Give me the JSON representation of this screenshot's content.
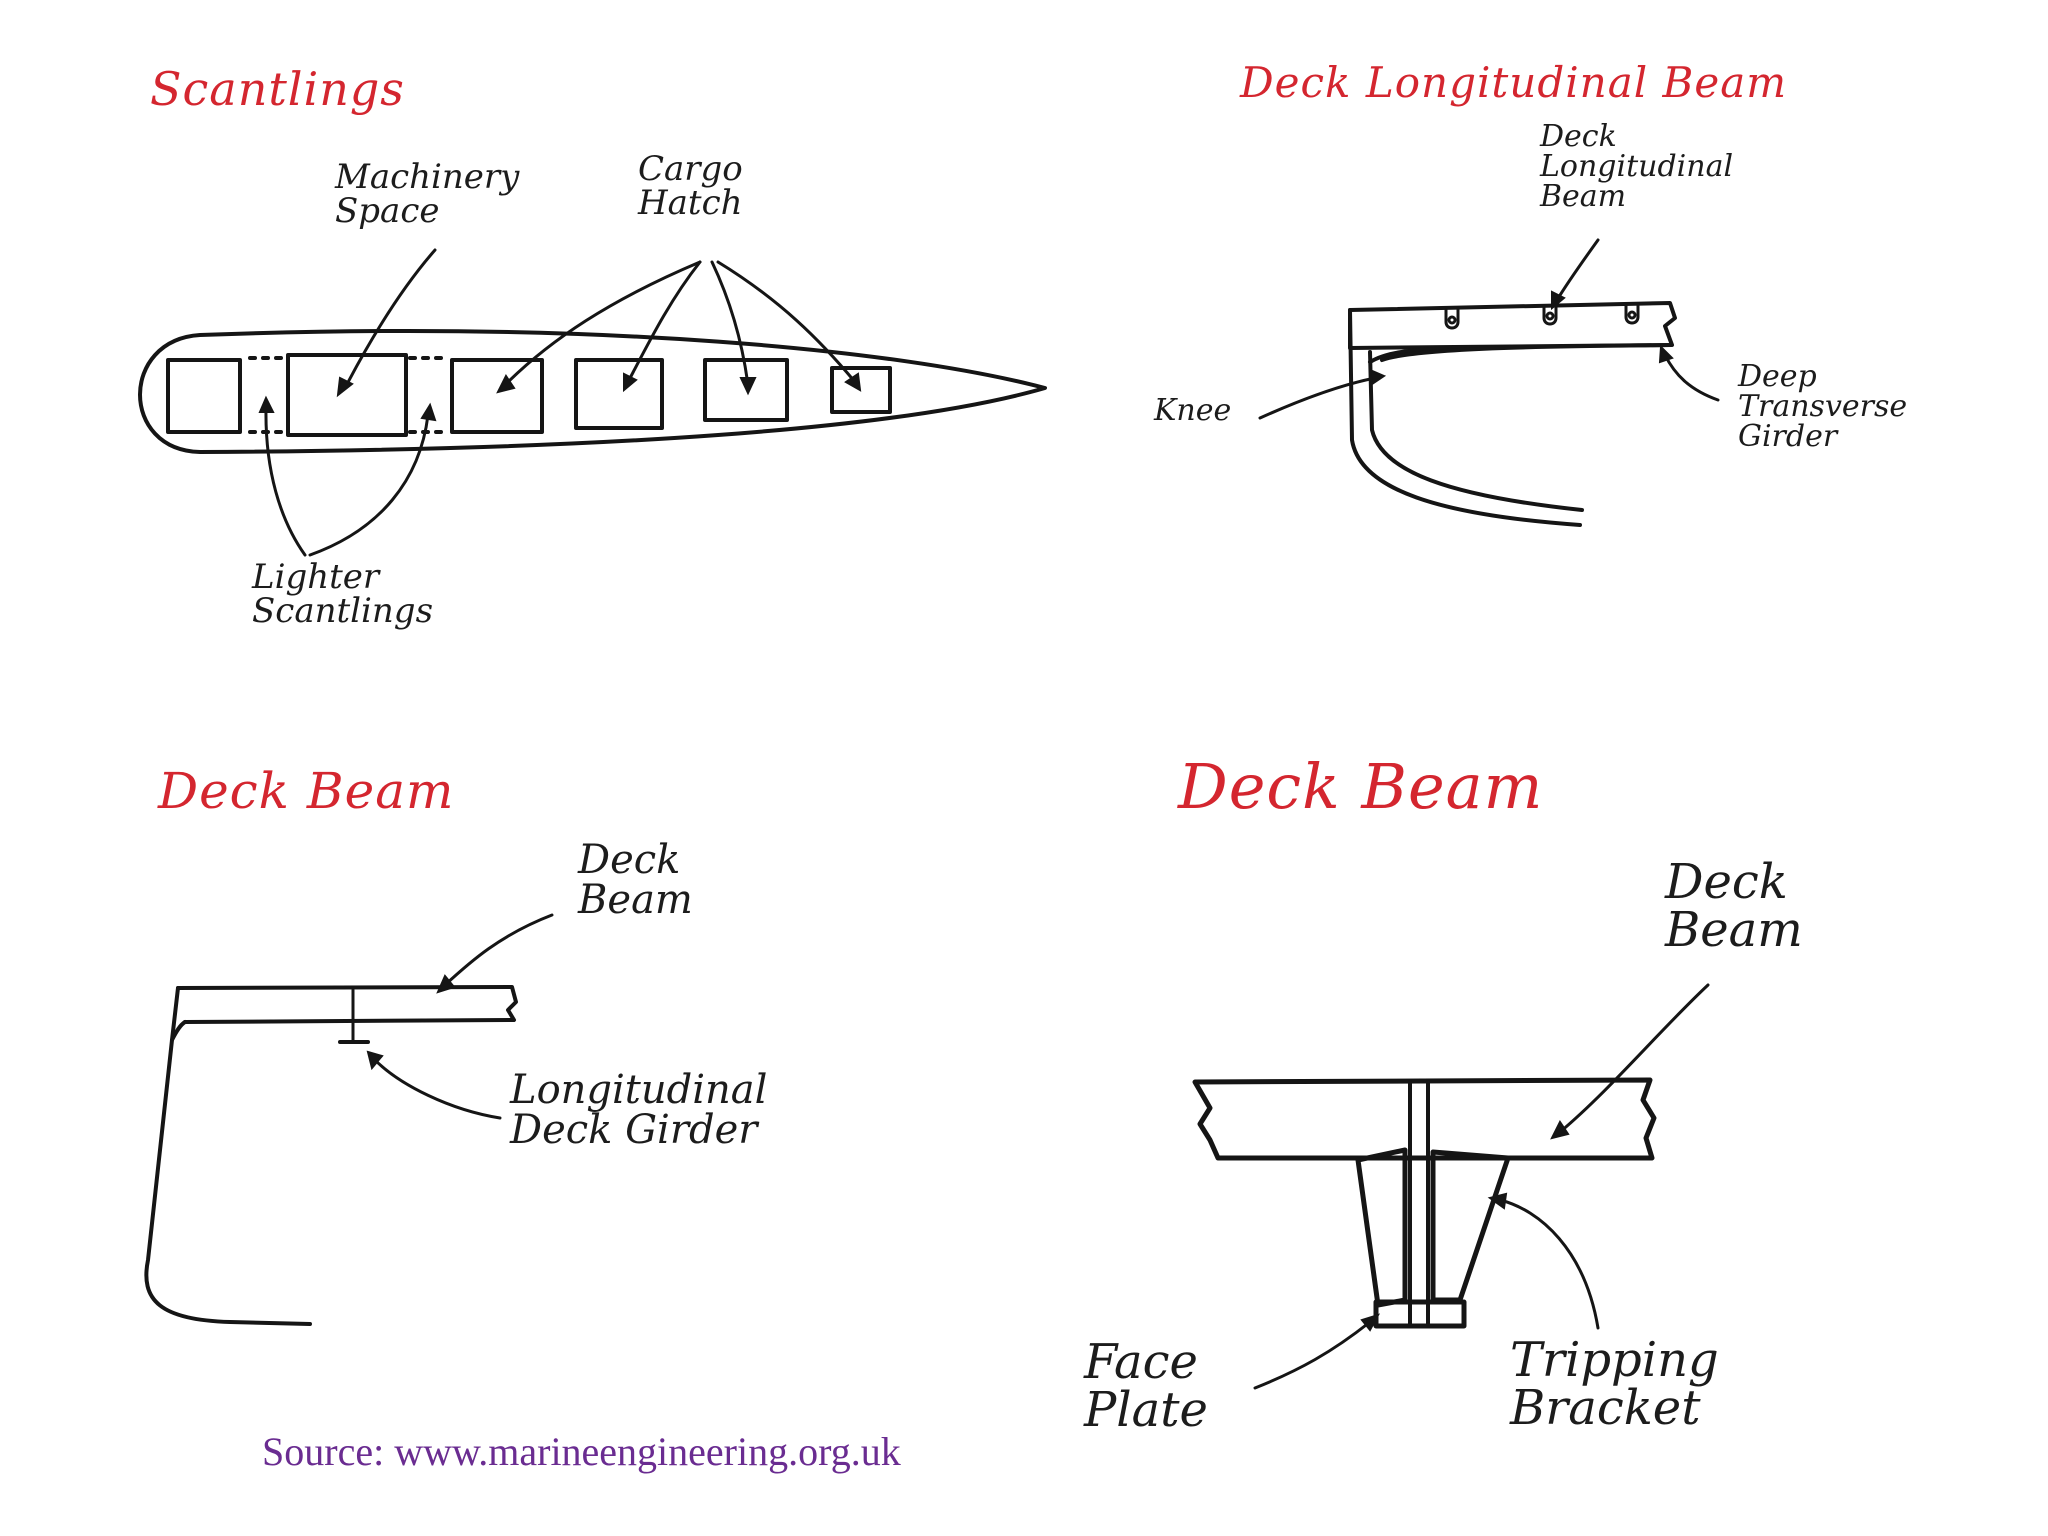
{
  "panels": {
    "scantlings": {
      "title": "Scantlings",
      "labels": {
        "machinery_space": "Machinery\nSpace",
        "cargo_hatch": "Cargo\nHatch",
        "lighter_scantlings": "Lighter\nScantlings"
      }
    },
    "deck_longitudinal_beam": {
      "title": "Deck Longitudinal Beam",
      "labels": {
        "deck_longitudinal_beam": "Deck\nLongitudinal\nBeam",
        "knee": "Knee",
        "deep_transverse_girder": "Deep\nTransverse\nGirder"
      }
    },
    "deck_beam_left": {
      "title": "Deck Beam",
      "labels": {
        "deck_beam": "Deck\nBeam",
        "longitudinal_deck_girder": "Longitudinal\nDeck Girder"
      }
    },
    "deck_beam_right": {
      "title": "Deck Beam",
      "labels": {
        "deck_beam": "Deck\nBeam",
        "face_plate": "Face\nPlate",
        "tripping_bracket": "Tripping\nBracket"
      }
    }
  },
  "source": "Source: www.marineengineering.org.uk",
  "colors": {
    "title": "#d4262f",
    "ink": "#151515",
    "source": "#6a2c91"
  }
}
